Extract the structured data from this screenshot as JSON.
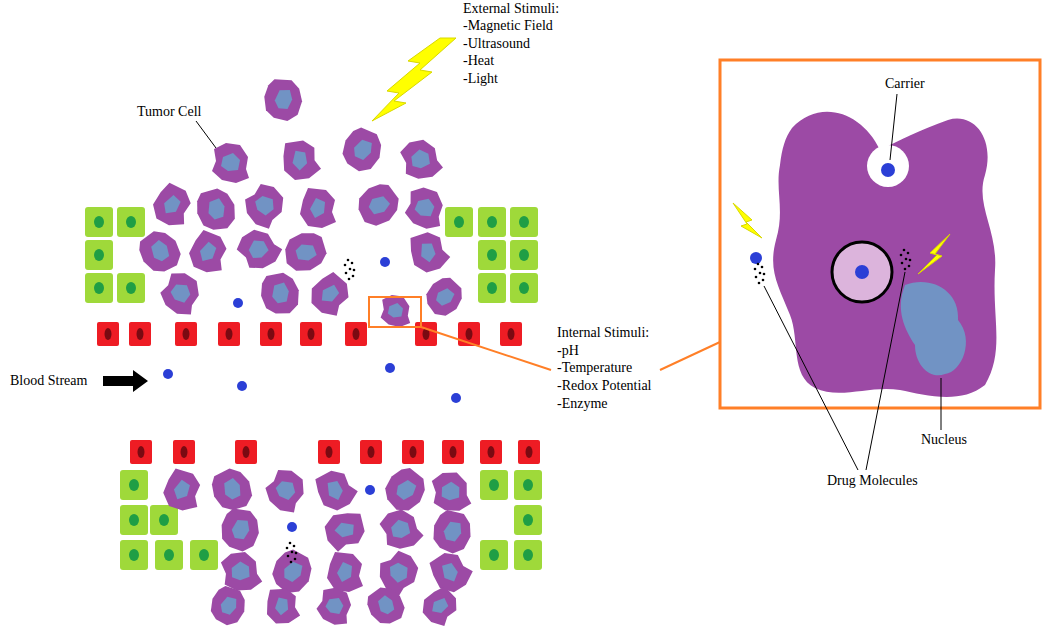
{
  "diagram": {
    "labels": [
      "External Stimuli:",
      "-Magnetic Field",
      "-Ultrasound",
      "-Heat",
      "-Light",
      "Tumor Cell",
      "Internal Stimuli:",
      "-pH",
      "-Temperature",
      "-Redox Potential",
      "-Enzyme",
      "Blood Stream",
      "Carrier",
      "Drug Molecules",
      "Nucleus"
    ]
  }
}
